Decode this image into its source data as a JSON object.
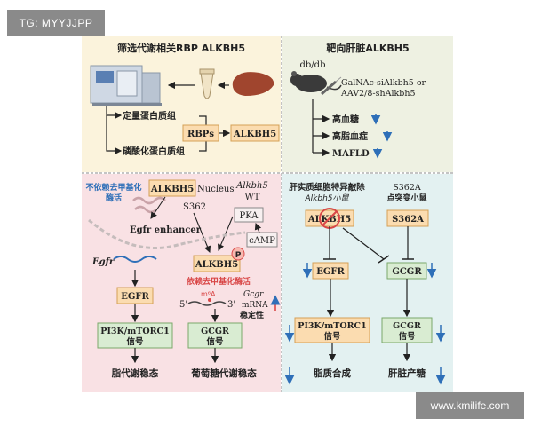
{
  "watermarks": {
    "top": "TG: MYYJJPP",
    "bottom": "www.kmilife.com"
  },
  "panel_a": {
    "title": "筛选代谢相关RBP ALKBH5",
    "label_quant": "定量蛋白质组",
    "label_phos": "磷酸化蛋白质组",
    "box_rbps": "RBPs",
    "box_alkbh5": "ALKBH5"
  },
  "panel_b": {
    "title": "靶向肝脏ALKBH5",
    "mouse_label": "db/db",
    "treatment_line1": "GalNAc-siAlkbh5 or",
    "treatment_line2": "AAV2/8-shAlkbh5",
    "outcomes": [
      "高血糖",
      "高脂血症",
      "MAFLD"
    ]
  },
  "panel_c": {
    "independent_line1": "不依赖去甲基化",
    "independent_line2": "酶活",
    "alkbh5": "ALKBH5",
    "nucleus": "Nucleus",
    "alkbh5_wt_line1": "Alkbh5",
    "alkbh5_wt_line2": "WT",
    "s362": "S362",
    "pka": "PKA",
    "camp": "cAMP",
    "egfr_enhancer": "Egfr enhancer",
    "egfr_gene": "Egfr",
    "alkbh5_p": "ALKBH5",
    "phospho": "P",
    "dependent": "依赖去甲基化酶活",
    "m6a": "m⁶A",
    "five_prime": "5'",
    "three_prime": "3'",
    "gcgr_gene": "Gcgr",
    "mrna": "mRNA",
    "stability": "稳定性",
    "egfr_box": "EGFR",
    "signal1_line1": "PI3K/mTORC1",
    "signal1_line2": "信号",
    "gcgr_line1": "GCGR",
    "gcgr_line2": "信号",
    "outcome_left": "脂代谢稳态",
    "outcome_right": "葡萄糖代谢稳态"
  },
  "panel_d": {
    "title_left_line1": "肝实质细胞特异敲除",
    "title_left_line2": "Alkbh5小鼠",
    "title_right_line1": "S362A",
    "title_right_line2": "点突变小鼠",
    "alkbh5_box": "ALKBH5",
    "s362a_box": "S362A",
    "egfr_box": "EGFR",
    "gcgr_box": "GCGR",
    "signal_left_line1": "PI3K/mTORC1",
    "signal_left_line2": "信号",
    "signal_right_line1": "GCGR",
    "signal_right_line2": "信号",
    "outcome_left": "脂质合成",
    "outcome_right": "肝脏产糖"
  },
  "colors": {
    "panel_a_bg": "#fbf3dc",
    "panel_b_bg": "#eef1e2",
    "panel_c_bg": "#f9e1e4",
    "panel_d_bg": "#e3f1f1",
    "box_orange": "#fbdcb0",
    "box_green": "#d9ecd2",
    "accent_red": "#d94747",
    "accent_blue": "#2e6fb8"
  }
}
